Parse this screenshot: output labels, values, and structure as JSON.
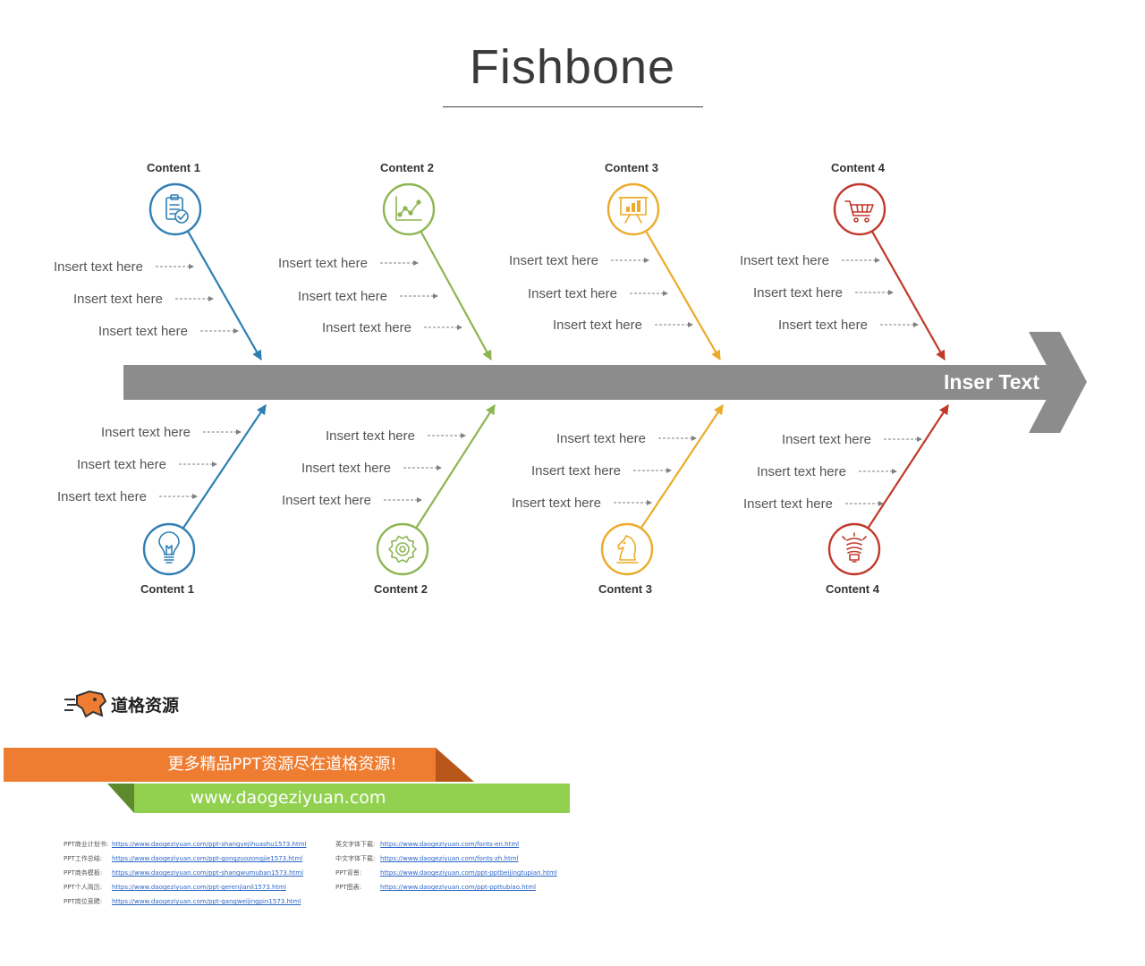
{
  "title": "Fishbone",
  "spine": {
    "label": "Inser Text",
    "color": "#8c8c8c"
  },
  "branches": [
    {
      "heading": "Content 1",
      "color": "#2f7fb3",
      "icon": "clipboard-check-icon",
      "position": "top",
      "items": [
        "Insert text here",
        "Insert text here",
        "Insert text here"
      ]
    },
    {
      "heading": "Content 2",
      "color": "#8db552",
      "icon": "line-chart-icon",
      "position": "top",
      "items": [
        "Insert text here",
        "Insert text here",
        "Insert text here"
      ]
    },
    {
      "heading": "Content 3",
      "color": "#ecab2a",
      "icon": "presentation-board-icon",
      "position": "top",
      "items": [
        "Insert text here",
        "Insert text here",
        "Insert text here"
      ]
    },
    {
      "heading": "Content 4",
      "color": "#c0392b",
      "icon": "shopping-cart-icon",
      "position": "top",
      "items": [
        "Insert text here",
        "Insert text here",
        "Insert text here"
      ]
    },
    {
      "heading": "Content 1",
      "color": "#2f7fb3",
      "icon": "lightbulb-icon",
      "position": "bottom",
      "items": [
        "Insert text here",
        "Insert text here",
        "Insert text here"
      ]
    },
    {
      "heading": "Content 2",
      "color": "#8db552",
      "icon": "gear-icon",
      "position": "bottom",
      "items": [
        "Insert text here",
        "Insert text here",
        "Insert text here"
      ]
    },
    {
      "heading": "Content 3",
      "color": "#ecab2a",
      "icon": "chess-knight-icon",
      "position": "bottom",
      "items": [
        "Insert text here",
        "Insert text here",
        "Insert text here"
      ]
    },
    {
      "heading": "Content 4",
      "color": "#c0392b",
      "icon": "energy-bulb-icon",
      "position": "bottom",
      "items": [
        "Insert text here",
        "Insert text here",
        "Insert text here"
      ]
    }
  ],
  "footer": {
    "logo_text": "道格资源",
    "banner_text": "更多精品PPT资源尽在道格资源!",
    "website": "www.daogeziyuan.com",
    "links_left": [
      {
        "label": "PPT商业计划书:",
        "url": "https://www.daogeziyuan.com/ppt-shangyejihuashu1573.html"
      },
      {
        "label": "PPT工作总结:",
        "url": "https://www.daogeziyuan.com/ppt-gongzuozongjie1573.html"
      },
      {
        "label": "PPT商务模板:",
        "url": "https://www.daogeziyuan.com/ppt-shangwumuban1573.html"
      },
      {
        "label": "PPT个人简历:",
        "url": "https://www.daogeziyuan.com/ppt-gerenjianli1573.html"
      },
      {
        "label": "PPT岗位竞聘:",
        "url": "https://www.daogeziyuan.com/ppt-gangweijingpin1573.html"
      }
    ],
    "links_right": [
      {
        "label": "英文字体下载:",
        "url": "https://www.daogeziyuan.com/fonts-en.html"
      },
      {
        "label": "中文字体下载:",
        "url": "https://www.daogeziyuan.com/fonts-zh.html"
      },
      {
        "label": "PPT背景:",
        "url": "https://www.daogeziyuan.com/ppt-pptbeijingtupian.html"
      },
      {
        "label": "PPT图表:",
        "url": "https://www.daogeziyuan.com/ppt-ppttubiao.html"
      }
    ]
  }
}
